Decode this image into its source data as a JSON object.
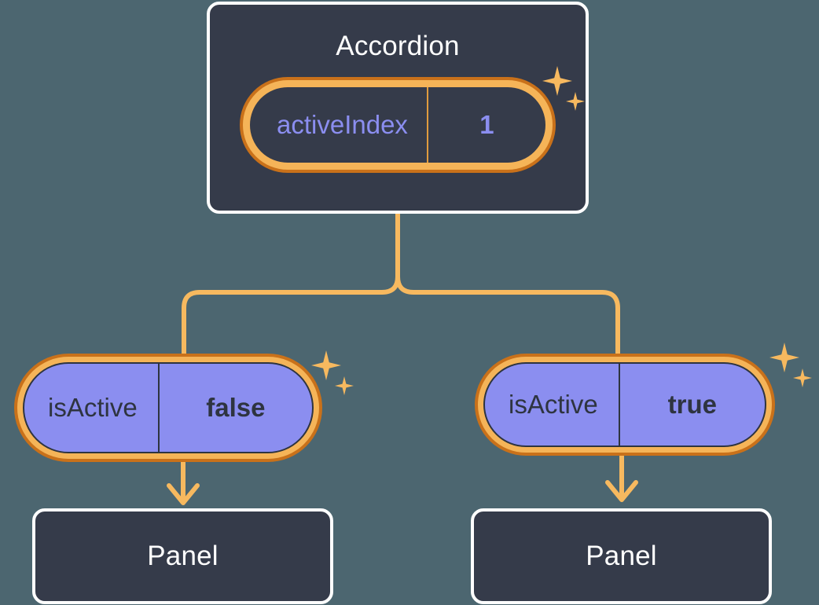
{
  "diagram": {
    "title_component": "Accordion",
    "accent_color": "#f5b458",
    "accent_dark_color": "#c9711a",
    "state_fill_color": "#8b8ef0",
    "box_fill_color": "#353b4a",
    "background_color": "#4c6670",
    "box_border_color": "#ffffff"
  },
  "accordion": {
    "label": "Accordion",
    "state": {
      "key": "activeIndex",
      "value": "1"
    },
    "sparkle_icon": "sparkle-icon"
  },
  "branches": [
    {
      "state": {
        "key": "isActive",
        "value": "false"
      },
      "child": {
        "label": "Panel"
      },
      "sparkle_icon": "sparkle-icon"
    },
    {
      "state": {
        "key": "isActive",
        "value": "true"
      },
      "child": {
        "label": "Panel"
      },
      "sparkle_icon": "sparkle-icon"
    }
  ]
}
